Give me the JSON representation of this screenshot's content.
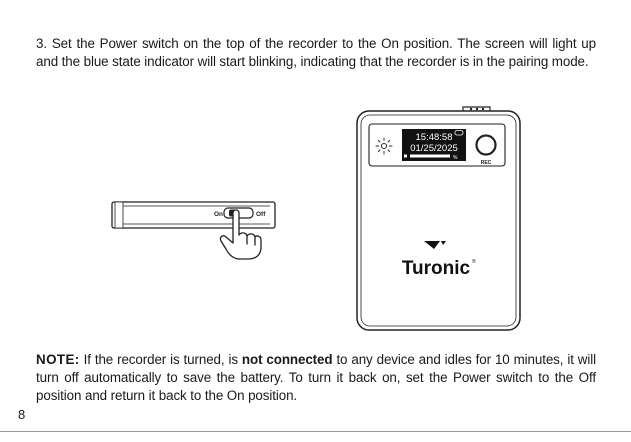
{
  "step": {
    "number": "3.",
    "text": "Set the Power switch on the top of the recorder to the On position. The screen will light up and the blue state indicator will start blinking, indicating that the recorder is in the pairing mode."
  },
  "switch_illustration": {
    "on_label": "On",
    "off_label": "Off"
  },
  "recorder": {
    "time": "15:48:58",
    "date": "01/25/2025",
    "battery_percent": "%",
    "rec_label": "REC",
    "brand": "Turonic",
    "trademark": "®"
  },
  "note": {
    "label": "NOTE:",
    "part1": "If the recorder is turned, is",
    "bold": "not connected",
    "part2": "to any device and idles for 10 minutes, it will turn off automatically to save the battery. To turn it back on, set the Power switch to the Off position and return it back to the On position."
  },
  "page_number": "8",
  "colors": {
    "text": "#1a1a1a",
    "screen": "#111111",
    "background": "#ffffff"
  }
}
